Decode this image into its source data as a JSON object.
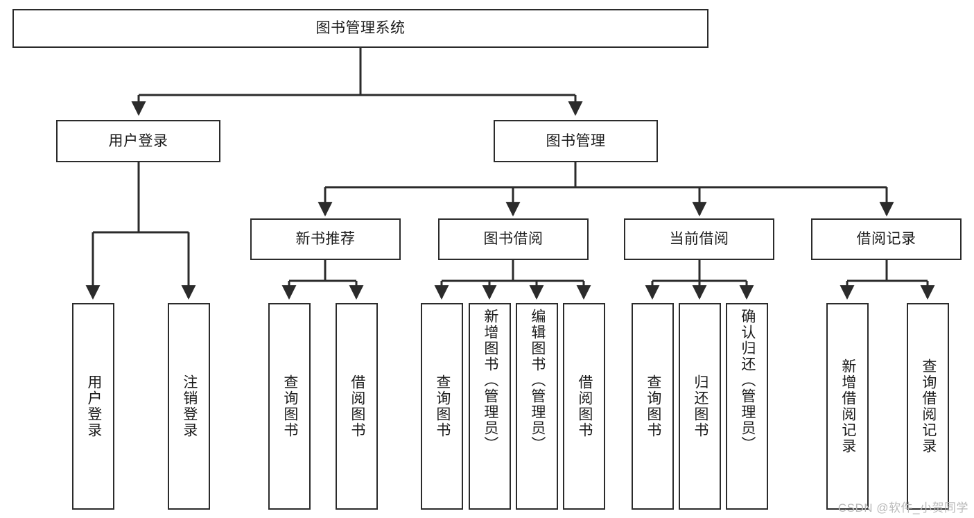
{
  "diagram": {
    "title": "图书管理系统",
    "type": "tree-hierarchy",
    "watermark": "CSDN @软件_小贺同学",
    "colors": {
      "node_border": "#2b2b2b",
      "node_fill": "#ffffff",
      "edge": "#2b2b2b",
      "text": "#1b1b1b",
      "watermark": "#b9b9b9",
      "background": "#ffffff"
    },
    "root": {
      "label": "图书管理系统"
    },
    "level1": [
      {
        "label": "用户登录"
      },
      {
        "label": "图书管理"
      }
    ],
    "level2": [
      {
        "label": "新书推荐"
      },
      {
        "label": "图书借阅"
      },
      {
        "label": "当前借阅"
      },
      {
        "label": "借阅记录"
      }
    ],
    "leaves": {
      "user_login": [
        {
          "label": "用户登录"
        },
        {
          "label": "注销登录"
        }
      ],
      "new_book_recommend": [
        {
          "label": "查询图书"
        },
        {
          "label": "借阅图书"
        }
      ],
      "book_borrow": [
        {
          "label": "查询图书"
        },
        {
          "label": "新增图书（管理员）"
        },
        {
          "label": "编辑图书（管理员）"
        },
        {
          "label": "借阅图书"
        }
      ],
      "current_borrow": [
        {
          "label": "查询图书"
        },
        {
          "label": "归还图书"
        },
        {
          "label": "确认归还（管理员）"
        }
      ],
      "borrow_record": [
        {
          "label": "新增借阅记录"
        },
        {
          "label": "查询借阅记录"
        }
      ]
    }
  }
}
